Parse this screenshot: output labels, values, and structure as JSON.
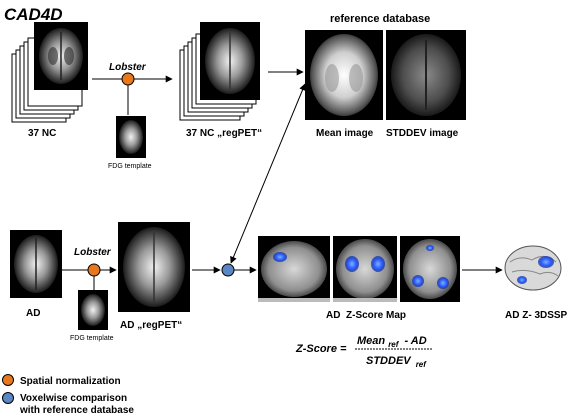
{
  "title": "CAD4D",
  "reference": {
    "title": "reference database",
    "mean_label": "Mean image",
    "stddev_label": "STDDEV image"
  },
  "top_row": {
    "nc_label": "37 NC",
    "lobster_label": "Lobster",
    "template_label": "FDG template",
    "regpet_label": "37 NC „regPET“"
  },
  "bottom_row": {
    "ad_label": "AD",
    "lobster_label": "Lobster",
    "template_label": "FDG template",
    "regpet_label": "AD „regPET“",
    "zmap_label": "AD  Z-Score Map",
    "dssp_label": "AD Z- 3DSSP"
  },
  "formula": {
    "lhs": "Z-Score =",
    "numerator_main": "Mean",
    "numerator_sub": "ref",
    "numerator_tail": "- AD",
    "denominator_main": "STDDEV",
    "denominator_sub": "ref"
  },
  "legend": {
    "orange": "Spatial normalization",
    "blue_line1": "Voxelwise comparison",
    "blue_line2": "with reference database"
  },
  "colors": {
    "orange_node": "#e8781e",
    "blue_node": "#5b86c4",
    "hotspot": "#2a5bff"
  }
}
